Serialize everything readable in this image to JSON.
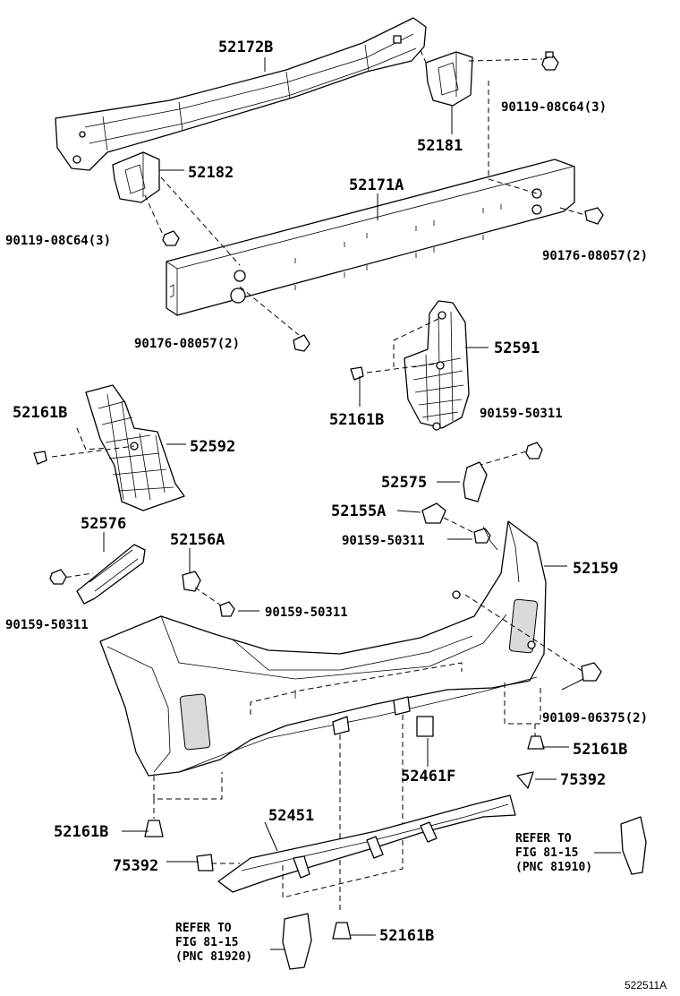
{
  "labels": {
    "p52172b": "52172B",
    "p52181": "52181",
    "p52182": "52182",
    "p52171a": "52171A",
    "b90119_right": "90119-08C64(3)",
    "b90119_left": "90119-08C64(3)",
    "b90176_right": "90176-08057(2)",
    "b90176_center": "90176-08057(2)",
    "p52591": "52591",
    "p52161b_a": "52161B",
    "p52161b_b": "52161B",
    "b90159_a": "90159-50311",
    "p52592": "52592",
    "p52575": "52575",
    "p52155a": "52155A",
    "b90159_b": "90159-50311",
    "p52576": "52576",
    "p52156a": "52156A",
    "p52159": "52159",
    "b90159_c": "90159-50311",
    "b90159_d": "90159-50311",
    "b90109": "90109-06375(2)",
    "p52161b_c": "52161B",
    "p52461f": "52461F",
    "p75392_a": "75392",
    "p52451": "52451",
    "p52161b_d": "52161B",
    "p75392_b": "75392",
    "p52161b_e": "52161B",
    "ref_right_l1": "REFER TO",
    "ref_right_l2": "FIG 81-15",
    "ref_right_l3": "(PNC 81910)",
    "ref_left_l1": "REFER TO",
    "ref_left_l2": "FIG 81-15",
    "ref_left_l3": "(PNC 81920)",
    "figure_code": "522511A"
  }
}
